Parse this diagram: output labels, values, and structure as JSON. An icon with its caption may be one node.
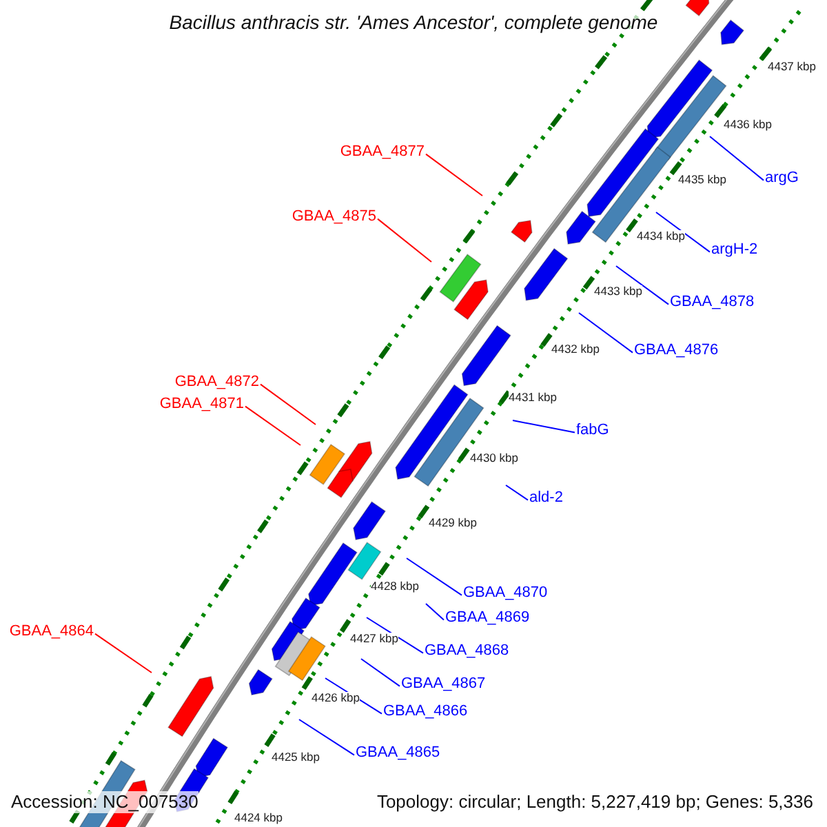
{
  "diagram": {
    "title": "Bacillus anthracis str. 'Ames Ancestor', complete genome",
    "nodes": [
      {
        "text": [
          "GBAA_4877"
        ]
      },
      {
        "text": [
          "argG"
        ]
      },
      {
        "text": [
          "GBAA_4875"
        ]
      },
      {
        "text": [
          "argH-2"
        ]
      },
      {
        "text": [
          "GBAA_4878"
        ]
      },
      {
        "text": [
          "GBAA_4876"
        ]
      },
      {
        "text": [
          "GBAA_4872"
        ]
      },
      {
        "text": [
          "GBAA_4871"
        ]
      },
      {
        "text": [
          "fabG"
        ]
      },
      {
        "text": [
          "ald-2"
        ]
      },
      {
        "text": [
          "GBAA_4870"
        ]
      },
      {
        "text": [
          "GBAA_4869"
        ]
      },
      {
        "text": [
          "GBAA_4864"
        ]
      },
      {
        "text": [
          "GBAA_4868"
        ]
      },
      {
        "text": [
          "GBAA_4867"
        ]
      },
      {
        "text": [
          "GBAA_4866"
        ]
      },
      {
        "text": [
          "GBAA_4865"
        ]
      }
    ],
    "edges": [
      {
        "from": 0,
        "to": null,
        "arrow": "none",
        "color": "#ff0000"
      },
      {
        "from": 1,
        "to": null,
        "arrow": "none"
      },
      {
        "from": 2,
        "to": null,
        "arrow": "none",
        "color": "#ff0000"
      },
      {
        "from": 3,
        "to": null,
        "arrow": "none"
      },
      {
        "from": 4,
        "to": null,
        "arrow": "none"
      },
      {
        "from": 5,
        "to": null,
        "arrow": "none"
      },
      {
        "from": 6,
        "to": null,
        "arrow": "none",
        "color": "#ff0000"
      },
      {
        "from": 7,
        "to": null,
        "arrow": "none",
        "color": "#ff0000"
      },
      {
        "from": 8,
        "to": null,
        "arrow": "none"
      },
      {
        "from": 9,
        "to": null,
        "arrow": "none"
      },
      {
        "from": 10,
        "to": null,
        "arrow": "none"
      },
      {
        "from": 11,
        "to": null,
        "arrow": "none"
      },
      {
        "from": 12,
        "to": null,
        "arrow": "none",
        "color": "#ff0000"
      },
      {
        "from": 13,
        "to": null,
        "arrow": "none"
      },
      {
        "from": 14,
        "to": null,
        "arrow": "none"
      },
      {
        "from": 15,
        "to": null,
        "arrow": "none"
      },
      {
        "from": 16,
        "to": null,
        "arrow": "none"
      }
    ],
    "labels": [
      "4437 kbp",
      "4436 kbp",
      "4435 kbp",
      "4434 kbp",
      "4433 kbp",
      "4432 kbp",
      "4431 kbp",
      "4430 kbp",
      "4429 kbp",
      "4428 kbp",
      "4427 kbp",
      "4426 kbp",
      "4425 kbp",
      "4424 kbp",
      "Accession: NC_007530",
      "Topology: circular; Length: 5,227,419 bp; Genes: 5,336"
    ]
  }
}
